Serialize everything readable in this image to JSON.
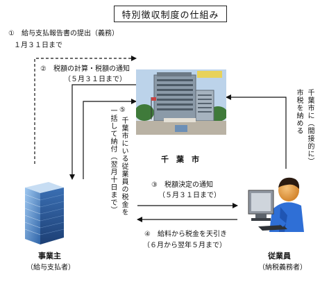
{
  "title": "特別徴収制度の仕組み",
  "steps": {
    "s1_line1": "①　給与支払報告書の提出（義務）",
    "s1_line2": "１月３１日まで",
    "s2_line1": "②　税額の計算・税額の通知",
    "s2_line2": "（５月３１日まで）",
    "s3_line1": "③　税額決定の通知",
    "s3_line2": "（５月３１日まで）",
    "s4_line1": "④　給料から税金を天引き",
    "s4_line2": "（６月から翌年５月まで）",
    "s5_number": "⑤",
    "s5_col1": "千葉市にいる従業員の税金を",
    "s5_col2": "一括して納付（翌月十日まで）",
    "indirect_col1": "千葉市に（間接的に）",
    "indirect_col2": "市税を納める"
  },
  "entities": {
    "city_label": "千　葉　市",
    "employer_label": "事業主",
    "employer_sub": "（給与支払者）",
    "employee_label": "従業員",
    "employee_sub": "（納税義務者）"
  }
}
